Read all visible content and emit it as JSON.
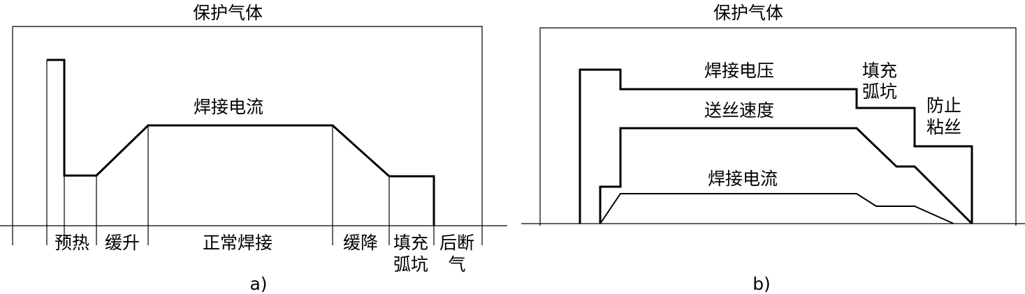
{
  "panel_a": {
    "gas_label": "保护气体",
    "current_label": "焊接电流",
    "phases": {
      "preheat": "预热",
      "ramp_up": "缓升",
      "normal_welding": "正常焊接",
      "ramp_down": "缓降",
      "crater_fill_line1": "填充",
      "crater_fill_line2": "弧坑",
      "post_gas_line1": "后断",
      "post_gas_line2": "气"
    },
    "caption": "a)"
  },
  "panel_b": {
    "gas_label": "保护气体",
    "voltage_label": "焊接电压",
    "wire_feed_label": "送丝速度",
    "current_label": "焊接电流",
    "crater_fill_line1": "填充",
    "crater_fill_line2": "弧坑",
    "anti_stick_line1": "防止",
    "anti_stick_line2": "粘丝",
    "caption": "b)"
  }
}
